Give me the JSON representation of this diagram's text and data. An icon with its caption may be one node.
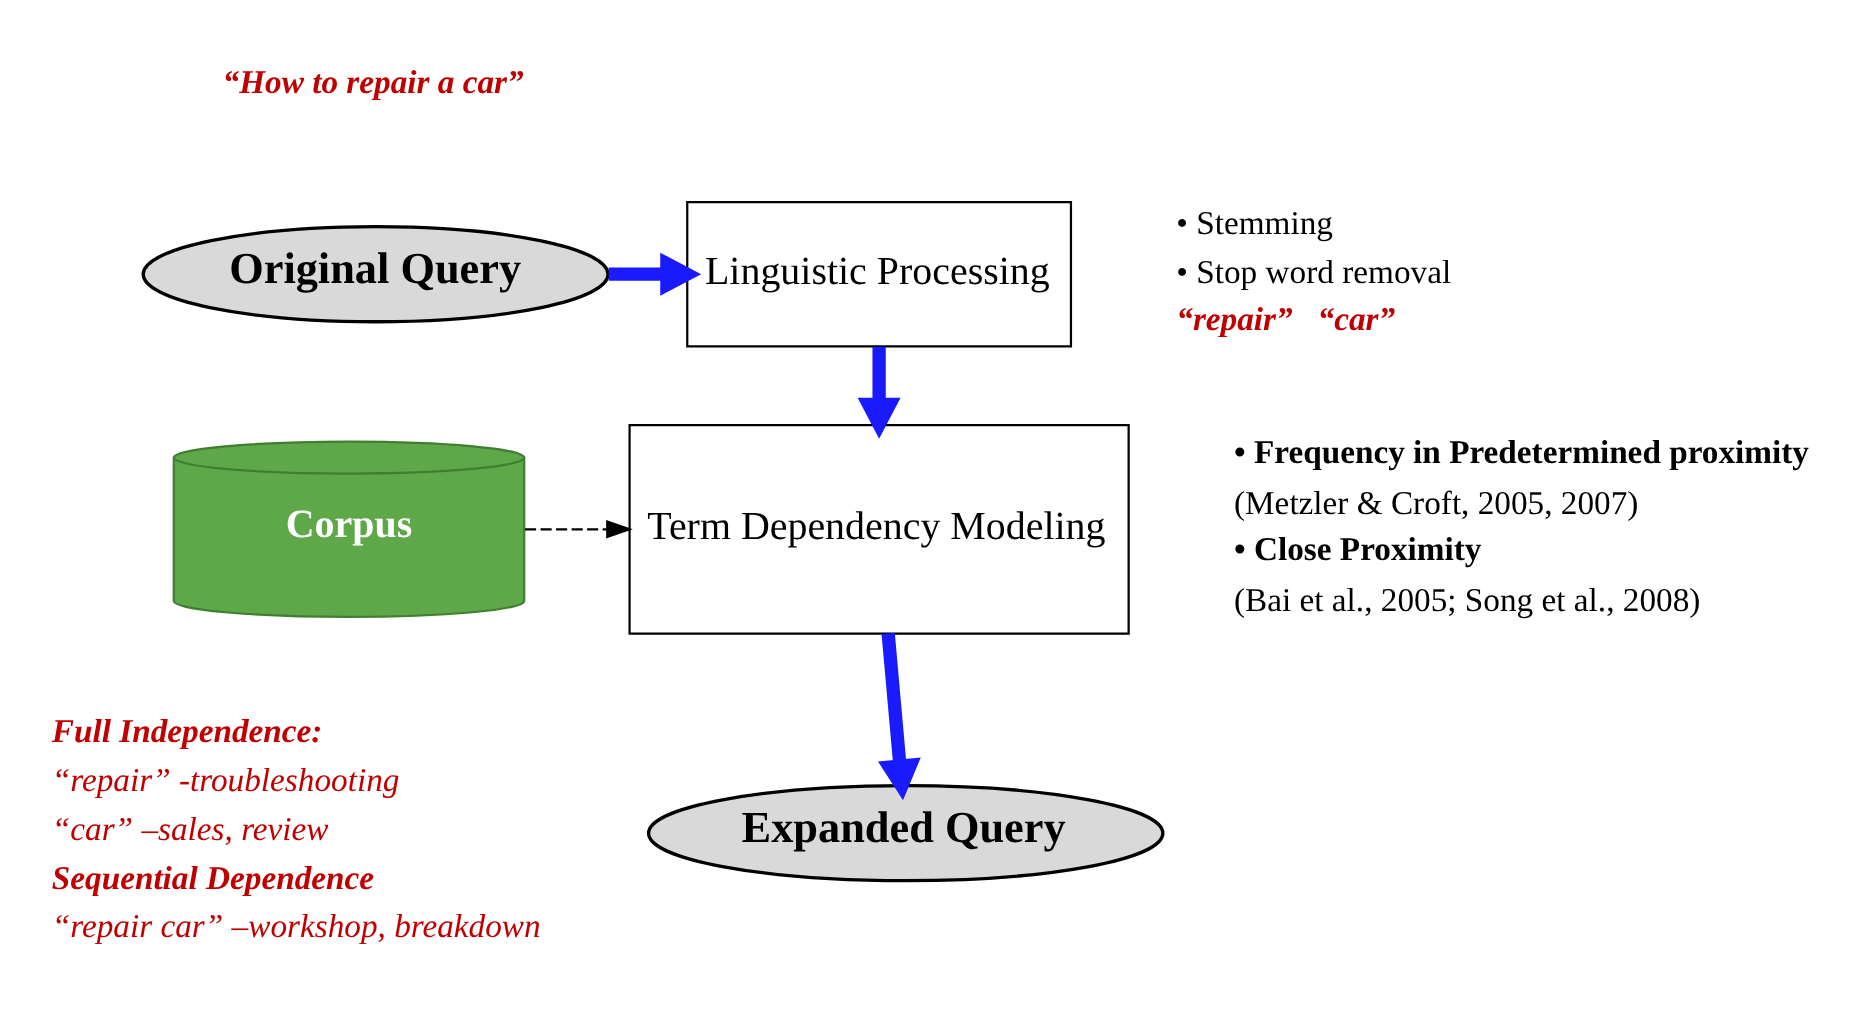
{
  "diagram": {
    "nodes": [
      {
        "text": [
          "Original Query"
        ],
        "beside": [
          "“How to repair a car”"
        ]
      },
      {
        "text": [
          "Linguistic Processing"
        ],
        "beside": [
          "• Stemming",
          "• Stop word removal",
          "“repair”   “car”"
        ]
      },
      {
        "text": [
          "Corpus"
        ]
      },
      {
        "text": [
          "Term Dependency Modeling"
        ],
        "beside": [
          "• Frequency in Predetermined proximity",
          "(Metzler & Croft, 2005, 2007)",
          "• Close Proximity",
          "(Bai et al., 2005; Song et al., 2008)"
        ]
      },
      {
        "text": [
          "Expanded Query"
        ]
      }
    ],
    "edges": [
      {
        "from": 0,
        "to": 1,
        "arrow": "to"
      },
      {
        "from": 1,
        "to": 3,
        "arrow": "to"
      },
      {
        "from": 2,
        "to": 3,
        "arrow": "to",
        "style": "dashed",
        "color": "#000000"
      },
      {
        "from": 3,
        "to": 4,
        "arrow": "to"
      }
    ],
    "labels": [
      "Full Independence:",
      "“repair” -troubleshooting",
      "“car” –sales, review",
      "Sequential Dependence",
      "“repair car” –workshop, breakdown"
    ]
  }
}
